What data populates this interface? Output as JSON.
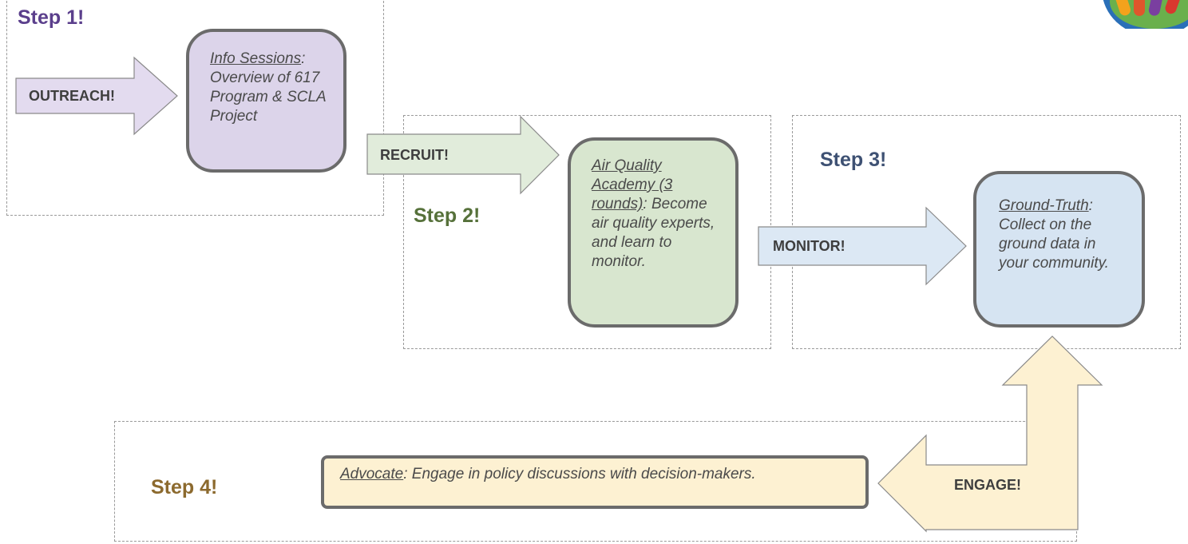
{
  "steps": {
    "step1": {
      "label": "Step 1!",
      "color": "#5b3f8c"
    },
    "step2": {
      "label": "Step 2!",
      "color": "#56713a"
    },
    "step3": {
      "label": "Step 3!",
      "color": "#3e5173"
    },
    "step4": {
      "label": "Step 4!",
      "color": "#8c6a2e"
    }
  },
  "arrows": {
    "outreach": {
      "label": "OUTREACH!",
      "fill": "#e3dbef"
    },
    "recruit": {
      "label": "RECRUIT!",
      "fill": "#e1ecdb"
    },
    "monitor": {
      "label": "MONITOR!",
      "fill": "#dce8f4"
    },
    "engage": {
      "label": "ENGAGE!",
      "fill": "#fdf1d2"
    }
  },
  "cards": {
    "info": {
      "title": "Info Sessions",
      "sep": ":",
      "body": "Overview of 617 Program & SCLA Project",
      "fill": "#dcd4ea"
    },
    "academy": {
      "title": "Air Quality Academy (3 rounds)",
      "sep": ":",
      "body": "Become air quality experts, and learn to monitor.",
      "fill": "#d8e6cf"
    },
    "ground": {
      "title": "Ground-Truth",
      "sep": ":",
      "body": "Collect on the ground data in your community.",
      "fill": "#d6e4f2"
    },
    "advocate": {
      "title": "Advocate",
      "sep": ":",
      "body": "Engage in policy discussions with decision-makers.",
      "fill": "#fdf1d2"
    }
  }
}
